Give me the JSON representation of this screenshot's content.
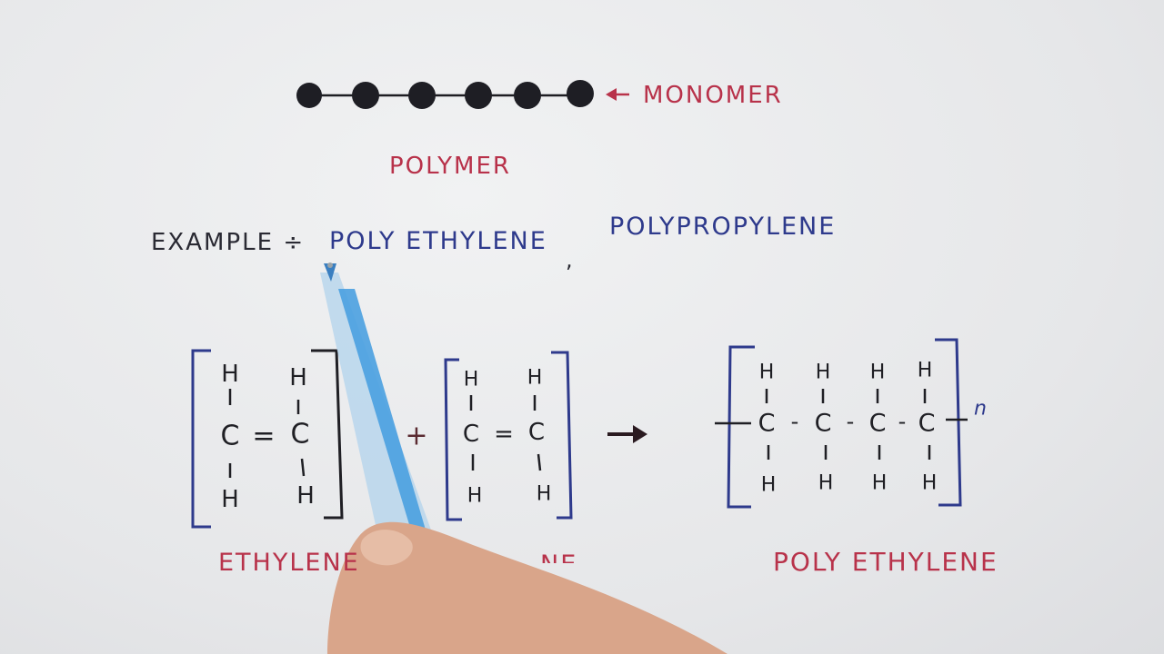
{
  "labels": {
    "monomer": "MONOMER",
    "polymer": "POLYMER",
    "example": "EXAMPLE ÷",
    "polyethylene": "POLY ETHYLENE",
    "comma": ",",
    "polypropylene": "POLYPROPYLENE",
    "ethylene_left": "ETHYLENE",
    "ethylene_right_partial": "NE",
    "polyethylene_bottom": "POLY ETHYLENE"
  },
  "chemistry": {
    "atom_h": "H",
    "atom_c": "C",
    "double_bond": "=",
    "single_bond": "-",
    "plus": "+",
    "subscript_n": "n"
  },
  "colors": {
    "red_ink": "#b8324a",
    "blue_ink": "#2e3a8c",
    "black_ink": "#1f1f24"
  },
  "chain": {
    "bead_count": 6
  }
}
